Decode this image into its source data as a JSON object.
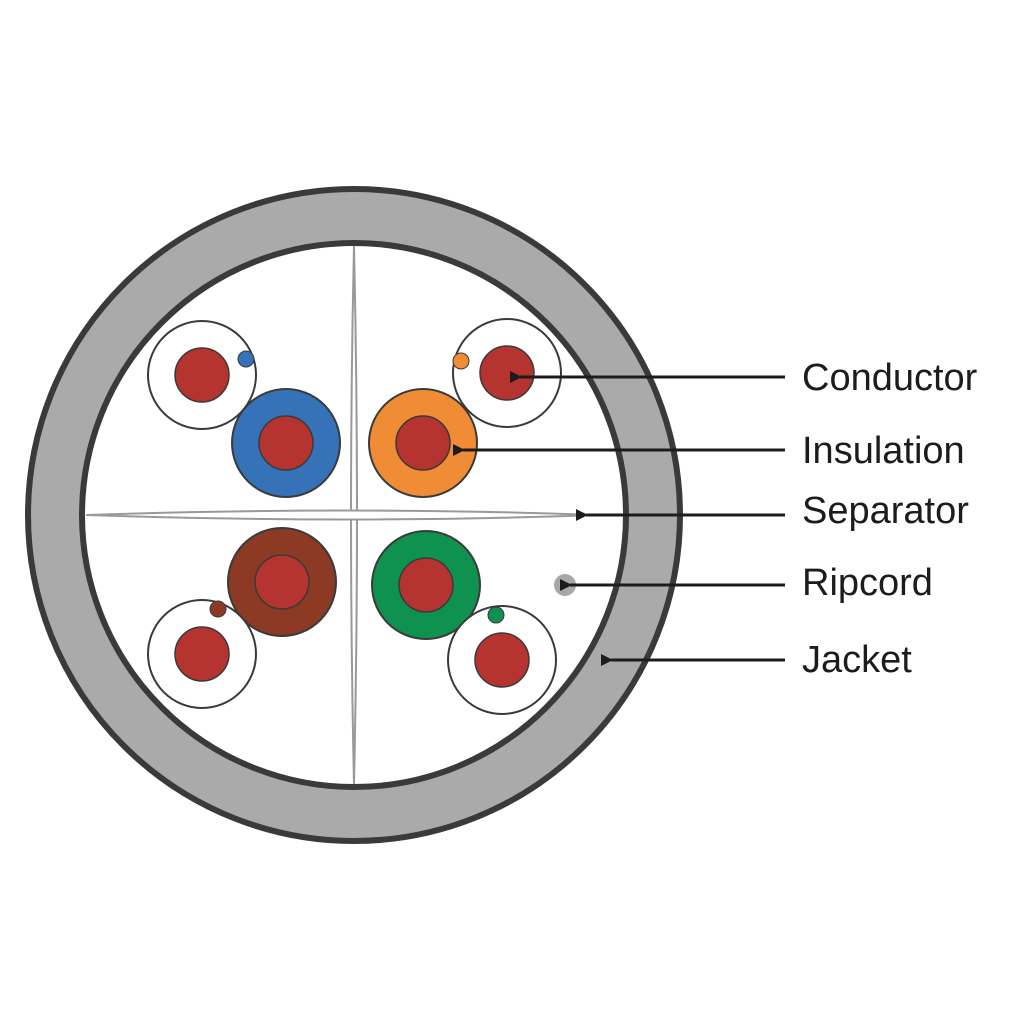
{
  "labels": {
    "conductor": "Conductor",
    "insulation": "Insulation",
    "separator": "Separator",
    "ripcord": "Ripcord",
    "jacket": "Jacket"
  },
  "colors": {
    "jacket": "#aaaaaa",
    "outline": "#3a3a3a",
    "conductor": "#b53430",
    "pair_blue": "#3572b8",
    "pair_orange": "#f08b36",
    "pair_brown": "#8c3a24",
    "pair_green": "#0f9150",
    "ripcord": "#a8a8a8",
    "separator": "#999999",
    "arrow": "#1c1c1c"
  }
}
